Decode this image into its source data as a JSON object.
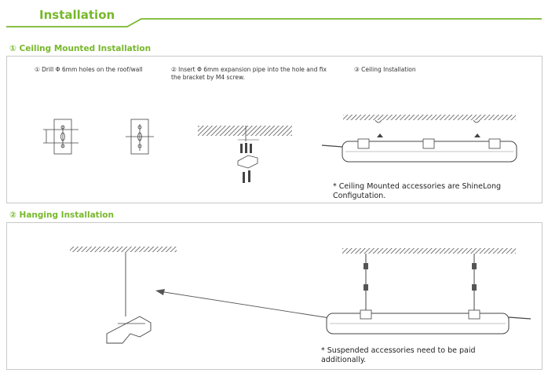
{
  "header": {
    "title": "Installation",
    "accent_color": "#77b82a"
  },
  "ceiling_section": {
    "title": "① Ceiling Mounted Installation",
    "step1": "① Drill  Φ 6mm  holes  on  the  roof/wall",
    "step2_line1": "② Insert Φ 6mm  expansion pipe  into the hole and fix",
    "step2_line2": "the bracket  by  M4 screw.",
    "step3": "③ Ceiling Installation",
    "note_line1": "* Ceiling Mounted accessories are ShineLong",
    "note_line2": "Configutation."
  },
  "hanging_section": {
    "title": "② Hanging Installation",
    "note_line1": "* Suspended accessories need to be paid",
    "note_line2": "additionally."
  }
}
